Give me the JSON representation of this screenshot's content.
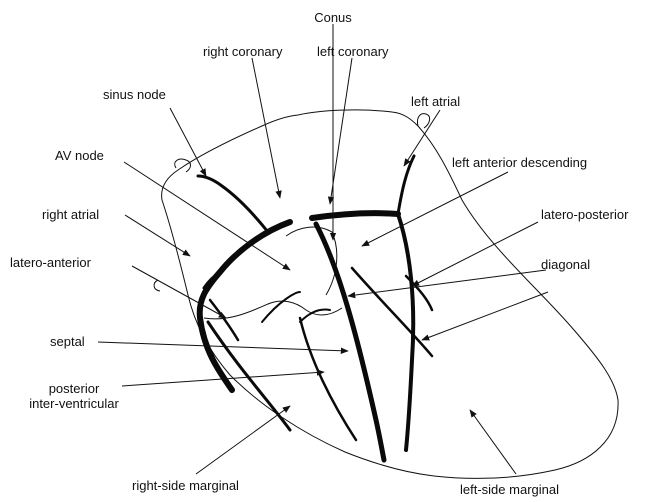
{
  "labels": {
    "conus": "Conus",
    "right_coronary": "right coronary",
    "left_coronary": "left coronary",
    "sinus_node": "sinus node",
    "left_atrial": "left atrial",
    "av_node": "AV node",
    "left_anterior_descending": "left anterior descending",
    "right_atrial": "right atrial",
    "latero_posterior": "latero-posterior",
    "latero_anterior": "latero-anterior",
    "diagonal": "diagonal",
    "septal": "septal",
    "posterior_line1": "posterior",
    "posterior_line2": "inter-ventricular",
    "right_side_marginal": "right-side marginal",
    "left_side_marginal": "left-side marginal"
  },
  "colors": {
    "ink": "#111111",
    "background": "#ffffff"
  }
}
